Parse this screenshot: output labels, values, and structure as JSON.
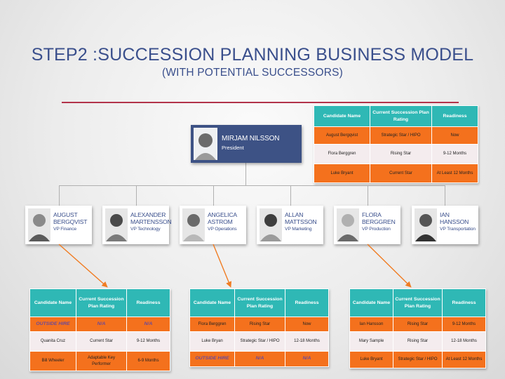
{
  "title": {
    "line1": "STEP2 :SUCCESSION PLANNING BUSINESS MODEL",
    "line2": "(WITH POTENTIAL SUCCESSORS)"
  },
  "president": {
    "name": "MIRJAM NILSSON",
    "role": "President"
  },
  "vps": [
    {
      "name": "AUGUST BERGQVIST",
      "role": "VP Finance"
    },
    {
      "name": "ALEXANDER MARTENSSON",
      "role": "VP Technology"
    },
    {
      "name": "ANGELICA ASTROM",
      "role": "VP Operations"
    },
    {
      "name": "ALLAN MATTSSON",
      "role": "VP Marketing"
    },
    {
      "name": "FLORA BERGGREN",
      "role": "VP Production"
    },
    {
      "name": "IAN HANSSON",
      "role": "VP Transportation"
    }
  ],
  "table_headers": [
    "Candidate Name",
    "Current Succession Plan Rating",
    "Readiness"
  ],
  "president_table": [
    [
      "August Bergqvist",
      "Strategic Star / HIPO",
      "Now"
    ],
    [
      "Flora Berggren",
      "Rising Star",
      "9-12 Months"
    ],
    [
      "Luke Bryant",
      "Current Star",
      "At Least 12 Months"
    ]
  ],
  "finance_table": [
    [
      "OUTSIDE HIRE",
      "N/A",
      "N/A"
    ],
    [
      "Quanita Cruz",
      "Current Star",
      "9-12 Months"
    ],
    [
      "Bill Wheeler",
      "Adaptable Key Performer",
      "6-9 Months"
    ]
  ],
  "operations_table": [
    [
      "Flora Berggren",
      "Rising Star",
      "Now"
    ],
    [
      "Luke Bryan",
      "Strategic Star / HIPO",
      "12-18 Months"
    ],
    [
      "OUTSIDE HIRE",
      "N/A",
      "N/A"
    ]
  ],
  "production_table": [
    [
      "Ian Hansson",
      "Rising Star",
      "9-12 Months"
    ],
    [
      "Mary Sample",
      "Rising Star",
      "12-18 Months"
    ],
    [
      "Luke Bryant",
      "Strategic Star / HIPO",
      "At Least 12 Months"
    ]
  ],
  "colors": {
    "title": "#3a4f8c",
    "president_box": "#3d5285",
    "header_teal": "#2fb8b5",
    "orange": "#f4711d",
    "light_row": "#f4ecee",
    "arrow": "#f07c22",
    "rule": "#b2334a"
  }
}
